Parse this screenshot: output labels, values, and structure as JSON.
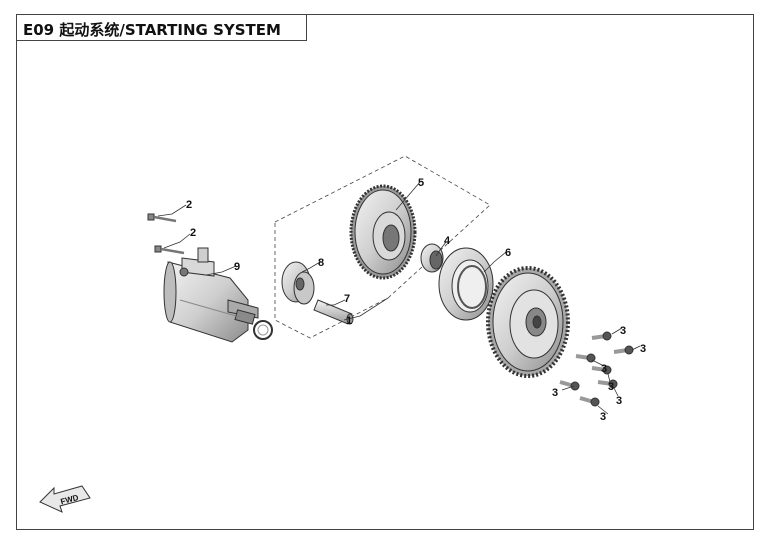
{
  "header": {
    "title": "E09 起动系统/STARTING SYSTEM"
  },
  "callouts": {
    "c1": "1",
    "c2a": "2",
    "c2b": "2",
    "c3a": "3",
    "c3b": "3",
    "c3c": "3",
    "c3d": "3",
    "c3e": "3",
    "c3f": "3",
    "c3g": "3",
    "c4": "4",
    "c5": "5",
    "c6": "6",
    "c7": "7",
    "c8": "8",
    "c9": "9"
  },
  "fwd_indicator": {
    "label": "FWD"
  },
  "colors": {
    "line": "#333333",
    "part_fill": "#dcdcdc",
    "part_shade": "#b0b0b0",
    "part_dark": "#707070"
  }
}
